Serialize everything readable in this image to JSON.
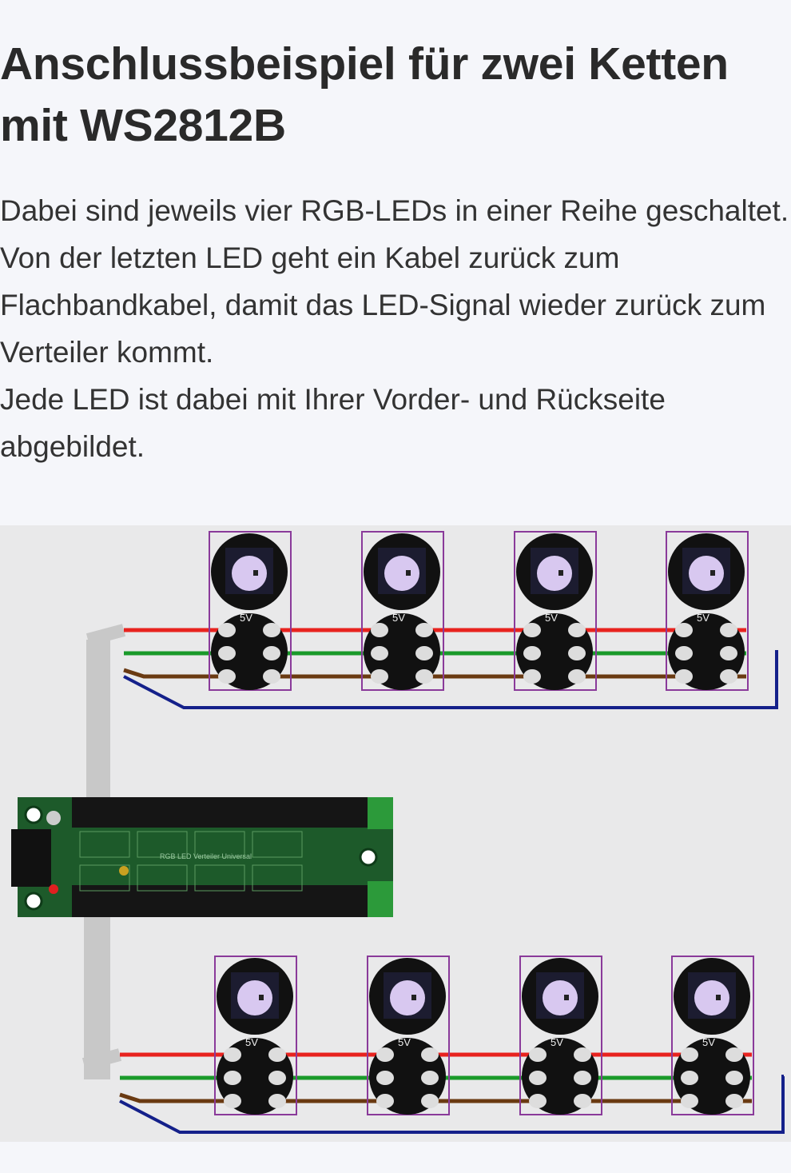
{
  "article": {
    "title": "Anschlussbeispiel für zwei Ketten mit WS2812B",
    "paragraphs": [
      "Dabei sind jeweils vier RGB-LEDs in einer Reihe geschaltet.",
      "Von der letzten LED geht ein Kabel zurück zum Flachbandkabel, damit das LED-Signal wieder zurück zum Verteiler kommt.",
      "Jede LED ist dabei mit Ihrer Vorder- und Rückseite abgebildet."
    ]
  },
  "figure": {
    "led_label": "5V",
    "board_label": "RGB LED Verteiler Universal",
    "leds_per_chain": 4,
    "chains": 2,
    "colors": {
      "red": "#e8231f",
      "green": "#1a9a2a",
      "brown": "#6a3a12",
      "blue": "#14208a",
      "frame": "#8a3a9a",
      "board": "#1d5a2a"
    }
  }
}
